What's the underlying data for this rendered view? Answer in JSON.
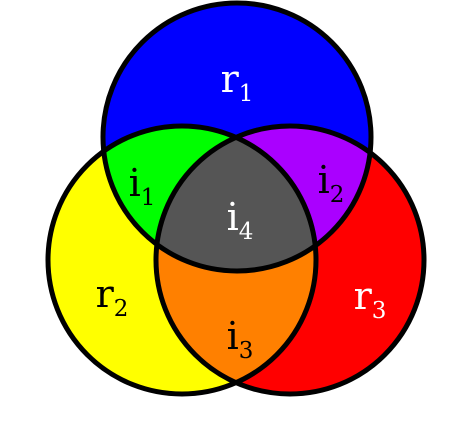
{
  "regions": {
    "r1": {
      "main": "r",
      "sub": "1",
      "color": "#0000FF",
      "text_color": "#FFFFFF"
    },
    "r2": {
      "main": "r",
      "sub": "2",
      "color": "#FFFF00",
      "text_color": "#000000"
    },
    "r3": {
      "main": "r",
      "sub": "3",
      "color": "#FF0000",
      "text_color": "#FFFFFF"
    },
    "i1": {
      "main": "i",
      "sub": "1",
      "color": "#00FF00",
      "text_color": "#000000"
    },
    "i2": {
      "main": "i",
      "sub": "2",
      "color": "#AA00FF",
      "text_color": "#000000"
    },
    "i3": {
      "main": "i",
      "sub": "3",
      "color": "#FF8000",
      "text_color": "#000000"
    },
    "i4": {
      "main": "i",
      "sub": "4",
      "color": "#555555",
      "text_color": "#FFFFFF"
    }
  },
  "outline_color": "#000000"
}
